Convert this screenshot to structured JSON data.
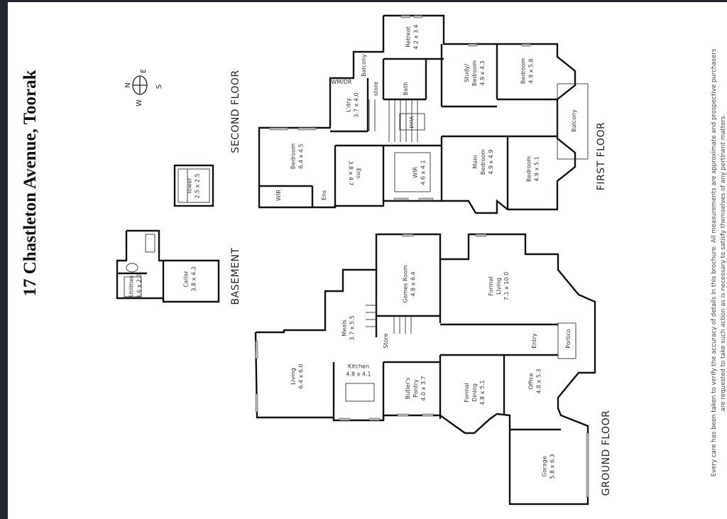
{
  "title": "17 Chastleton Avenue, Toorak",
  "floors": {
    "second": "SECOND FLOOR",
    "basement": "BASEMENT",
    "first": "FIRST FLOOR",
    "ground": "GROUND FLOOR"
  },
  "compass": {
    "n": "N",
    "e": "E",
    "s": "S",
    "w": "W"
  },
  "disclaimer": [
    "Every care has been taken to verify the accuracy of details in this brochure.  All measurements are approximate and prospective purchasers",
    "are requested to take such action as is necessary to satisfy themselves of any pertinent matters."
  ],
  "rooms": [
    {
      "id": "tower",
      "lines": [
        "Tower",
        "2.5 x 2.5"
      ]
    },
    {
      "id": "utilities",
      "lines": [
        "Utilities",
        "3.6 x 2.2"
      ]
    },
    {
      "id": "cellar",
      "lines": [
        "Cellar",
        "3.8 x 4.3"
      ]
    },
    {
      "id": "retreat",
      "lines": [
        "Retreat",
        "4.2 x 3.4"
      ]
    },
    {
      "id": "study",
      "lines": [
        "Study/",
        "Bedroom",
        "4.9 x 4.3"
      ]
    },
    {
      "id": "bedroom-ne",
      "lines": [
        "Bedroom",
        "4.9 x 5.8"
      ]
    },
    {
      "id": "balcony-e",
      "lines": [
        "Balcony"
      ]
    },
    {
      "id": "bedroom-se",
      "lines": [
        "Bedroom",
        "4.9 x 5.1"
      ]
    },
    {
      "id": "main-bedroom",
      "lines": [
        "Main",
        "Bedroom",
        "4.9 x 4.9"
      ]
    },
    {
      "id": "wir-main",
      "lines": [
        "WIR",
        "4.6 x 4.1"
      ]
    },
    {
      "id": "ens-main",
      "lines": [
        "Ens",
        "3.8 x 4.7"
      ]
    },
    {
      "id": "bedroom-w",
      "lines": [
        "Bedroom",
        "6.4 x 4.5"
      ]
    },
    {
      "id": "laundry",
      "lines": [
        "L'dry",
        "3.7 x 4.0"
      ]
    },
    {
      "id": "balcony-n",
      "lines": [
        "Balcony"
      ]
    },
    {
      "id": "bath",
      "lines": [
        "Bath"
      ]
    },
    {
      "id": "store-1",
      "lines": [
        "store"
      ]
    },
    {
      "id": "void",
      "lines": [
        "Void"
      ]
    },
    {
      "id": "wmdr",
      "lines": [
        "WM/DR"
      ]
    },
    {
      "id": "wir-w",
      "lines": [
        "WIR"
      ]
    },
    {
      "id": "ens-w",
      "lines": [
        "Ens"
      ]
    },
    {
      "id": "living",
      "lines": [
        "Living",
        "6.4 x 6.0"
      ]
    },
    {
      "id": "kitchen",
      "lines": [
        "Kitchen",
        "4.8 x 4.1"
      ]
    },
    {
      "id": "meals",
      "lines": [
        "Meals",
        "3.7 x 5.5"
      ]
    },
    {
      "id": "games",
      "lines": [
        "Games Room",
        "4.8 x 6.4"
      ]
    },
    {
      "id": "formal-living",
      "lines": [
        "Formal",
        "Living",
        "7.1 x 10.0"
      ]
    },
    {
      "id": "butlers",
      "lines": [
        "Butler's",
        "Pantry",
        "4.0 x 3.7"
      ]
    },
    {
      "id": "formal-dining",
      "lines": [
        "Formal",
        "Dining",
        "4.8 x 5.1"
      ]
    },
    {
      "id": "office",
      "lines": [
        "Office",
        "4.8 x 5.3"
      ]
    },
    {
      "id": "entry",
      "lines": [
        "Entry"
      ]
    },
    {
      "id": "portico",
      "lines": [
        "Portico"
      ]
    },
    {
      "id": "garage",
      "lines": [
        "Garage",
        "5.8 x 6.3"
      ]
    },
    {
      "id": "store-2",
      "lines": [
        "Store"
      ]
    }
  ]
}
